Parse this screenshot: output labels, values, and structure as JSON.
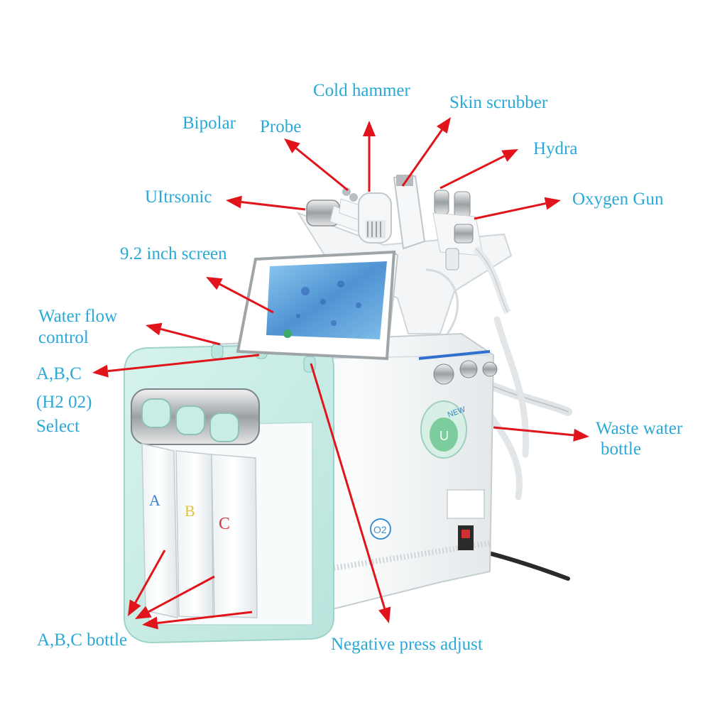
{
  "colors": {
    "label_text": "#2aa9d8",
    "arrow": "#e0141a",
    "housing": "#f4f6f7",
    "panel_mint": "#c6ece6",
    "screen": "#5a9fd6"
  },
  "labels": {
    "cold_hammer": "Cold hammer",
    "skin_scrubber": "Skin scrubber",
    "bipolar": "Bipolar",
    "probe": "Probe",
    "hydra": "Hydra",
    "ultrasonic": "UItrsonic",
    "oxygen_gun": "Oxygen Gun",
    "screen": "9.2 inch screen",
    "water_flow_1": "Water flow",
    "water_flow_2": "control",
    "abc_select_1": "A,B,C",
    "abc_select_2": "(H2 02)",
    "abc_select_3": "Select",
    "waste_water_1": "Waste water",
    "waste_water_2": "bottle",
    "abc_bottle": "A,B,C  bottle",
    "negative_press": "Negative press adjust"
  },
  "device_marks": {
    "bottle_a": "A",
    "bottle_b": "B",
    "bottle_c": "C",
    "badge_new": "NEW",
    "badge_letter": "U",
    "o2_mark": "O2"
  },
  "icons": {
    "arrow": "arrow-icon",
    "device": "hydrafacial-machine-illustration"
  }
}
